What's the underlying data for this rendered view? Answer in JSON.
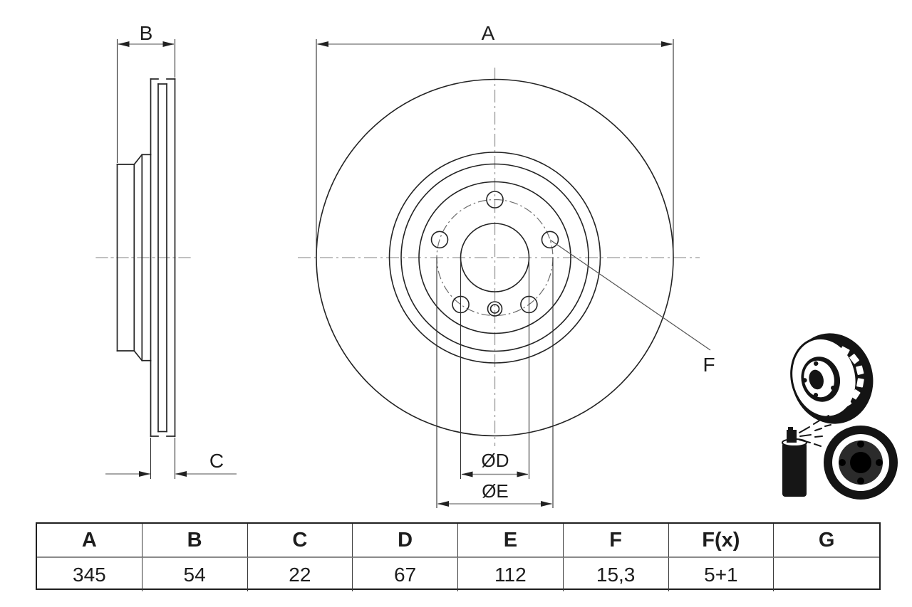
{
  "drawing": {
    "title_hint": "brake-disc-technical-drawing",
    "labels": {
      "dim_a": "A",
      "dim_b": "B",
      "dim_c": "C",
      "dim_d": "ØD",
      "dim_e": "ØE",
      "dim_f": "F"
    },
    "colors": {
      "line": "#232323",
      "dimension_line": "#8a8a8a",
      "centerline": "#9b9b9b",
      "background": "#ffffff",
      "icon_fill": "#141414"
    },
    "icons": [
      {
        "name": "vented-disc-icon"
      },
      {
        "name": "coated-disc-spray-icon"
      }
    ]
  },
  "table": {
    "headers": [
      "A",
      "B",
      "C",
      "D",
      "E",
      "F",
      "F(x)",
      "G"
    ],
    "values": [
      "345",
      "54",
      "22",
      "67",
      "112",
      "15,3",
      "5+1",
      ""
    ]
  }
}
